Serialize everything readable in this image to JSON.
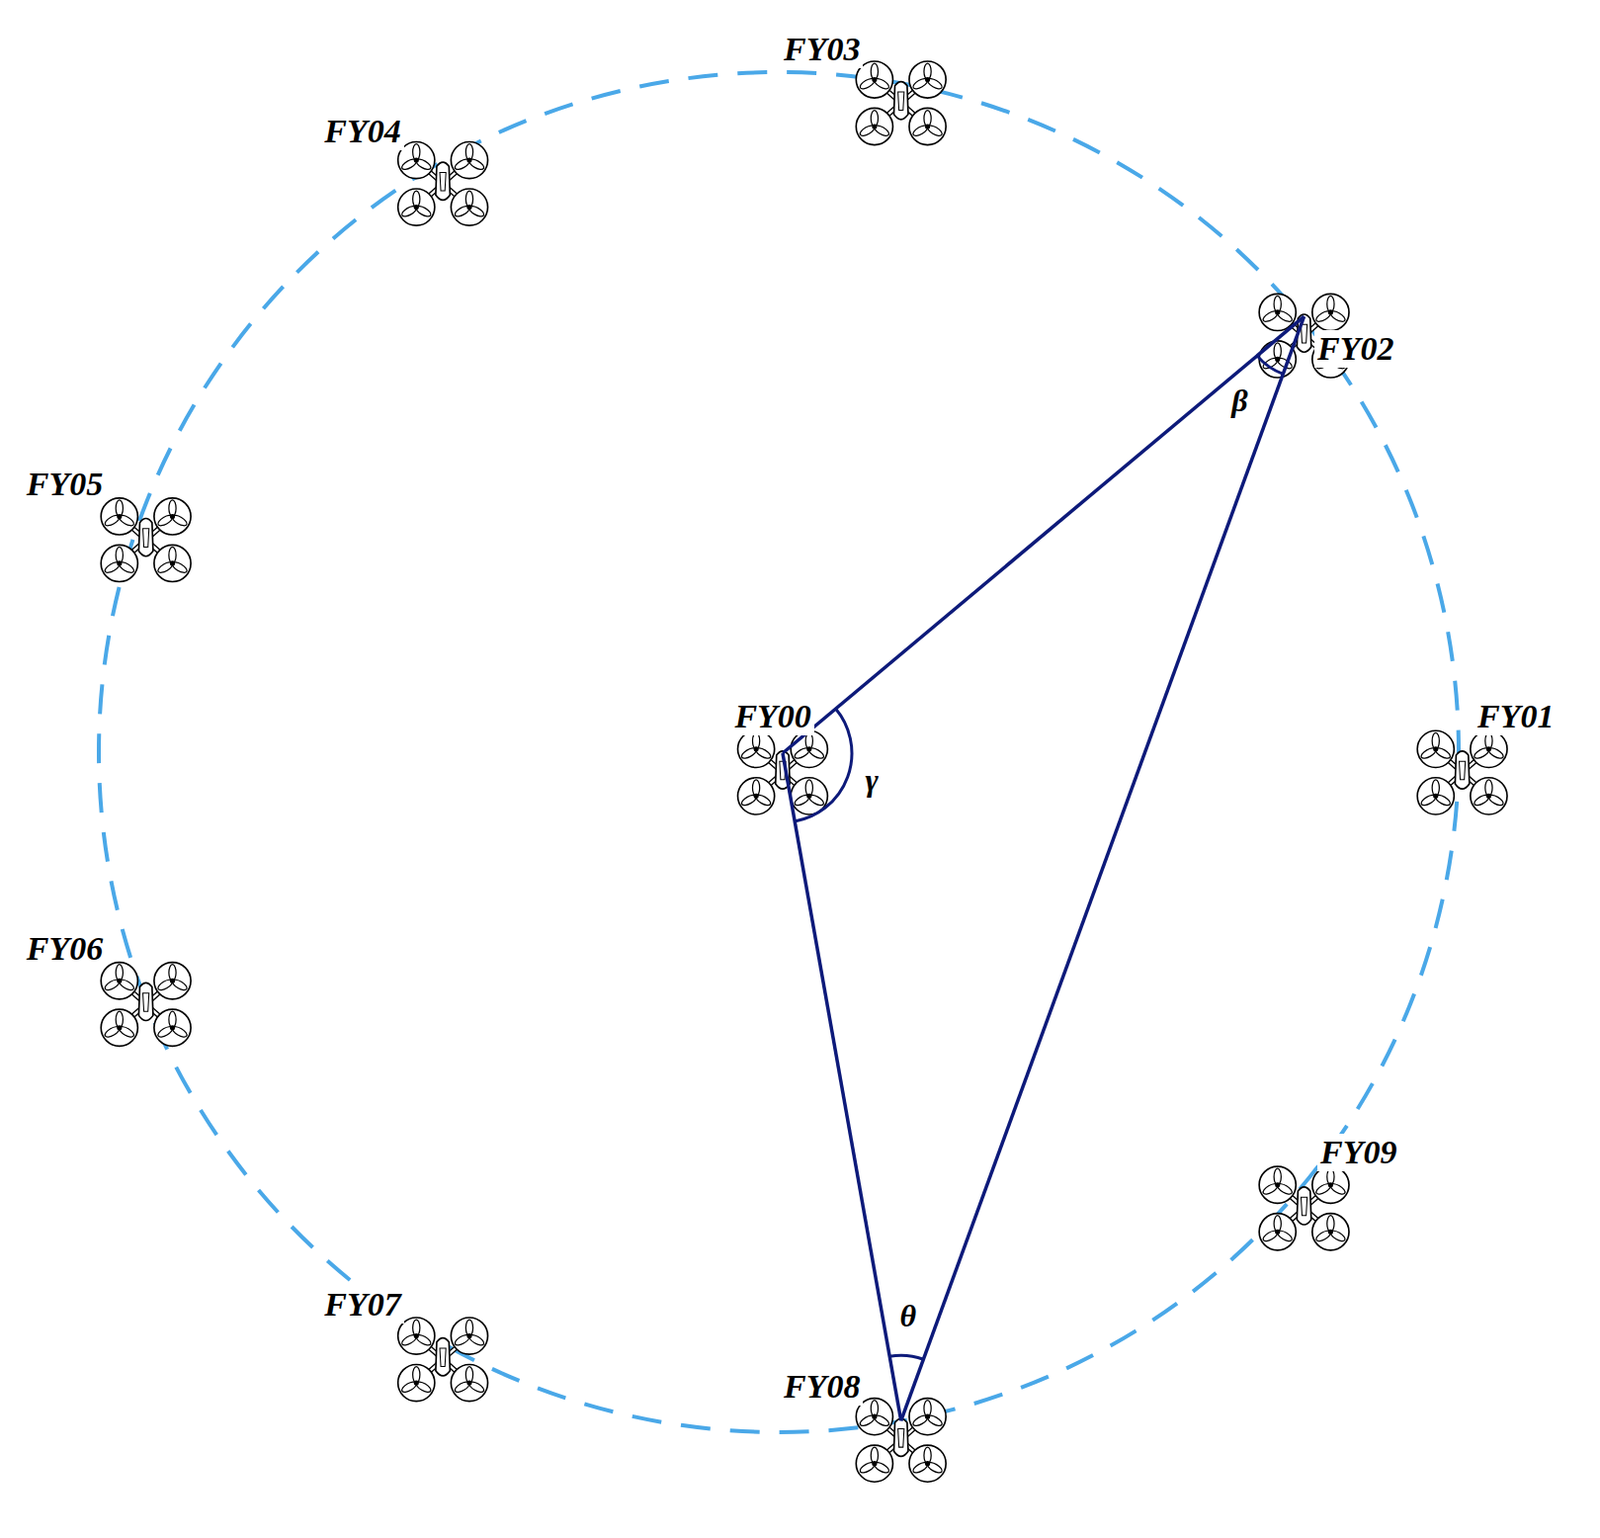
{
  "diagram": {
    "nodes": [
      {
        "text": [
          "FY00"
        ]
      },
      {
        "text": [
          "FY01"
        ]
      },
      {
        "text": [
          "FY02"
        ]
      },
      {
        "text": [
          "FY03"
        ]
      },
      {
        "text": [
          "FY04"
        ]
      },
      {
        "text": [
          "FY05"
        ]
      },
      {
        "text": [
          "FY06"
        ]
      },
      {
        "text": [
          "FY07"
        ]
      },
      {
        "text": [
          "FY08"
        ]
      },
      {
        "text": [
          "FY09"
        ]
      }
    ],
    "edges": [
      {
        "from": 0,
        "to": 2,
        "arrow": "none"
      },
      {
        "from": 0,
        "to": 8,
        "arrow": "none"
      },
      {
        "from": 2,
        "to": 8,
        "arrow": "none"
      }
    ],
    "labels": [
      "β",
      "γ",
      "θ"
    ]
  }
}
